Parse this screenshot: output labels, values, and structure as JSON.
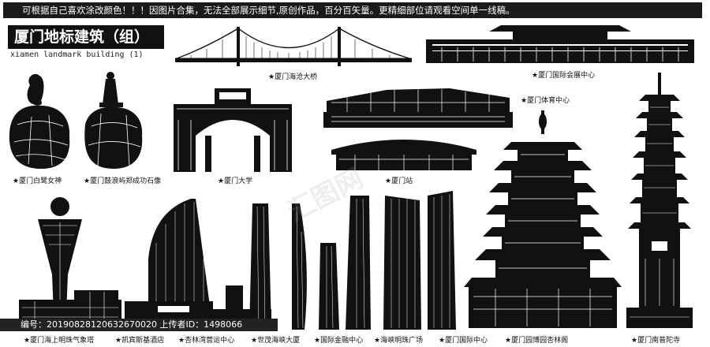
{
  "header": {
    "notice": "可根据自己喜欢涂改颜色！！！因图片合集，无法全部展示细节,原创作品，百分百矢量。更精细部位请观看空间单一线稿。",
    "title": "厦门地标建筑（组）",
    "subtitle": "xiamen landmark building (1)"
  },
  "captions": {
    "bridge": "★厦门海沧大桥",
    "expo": "★厦门国际会展中心",
    "stadium": "★厦门体育中心",
    "egret": "★厦门白鹭女神",
    "zheng": "★厦门鼓浪屿郑成功石像",
    "university": "★厦门大学",
    "station": "★厦门站",
    "tower_weather": "★厦门海上明珠气象塔",
    "kempinski": "★凯宾斯基酒店",
    "xinglin": "★杏林湾营运中心",
    "shimao": "★世茂海峡大厦",
    "finance": "★国际金融中心",
    "pearl": "★海峡明珠广场",
    "intl_center": "★厦门国际中心",
    "garden": "★厦门园博园杏林阁",
    "nanputuo": "★厦门南普陀寺"
  },
  "footer": {
    "id_text": "编号：20190828120632670020 上传者ID：1498066"
  },
  "watermark": "汇图网",
  "colors": {
    "ink": "#111111",
    "bar": "#1a1a1a",
    "paper": "#ffffff"
  }
}
